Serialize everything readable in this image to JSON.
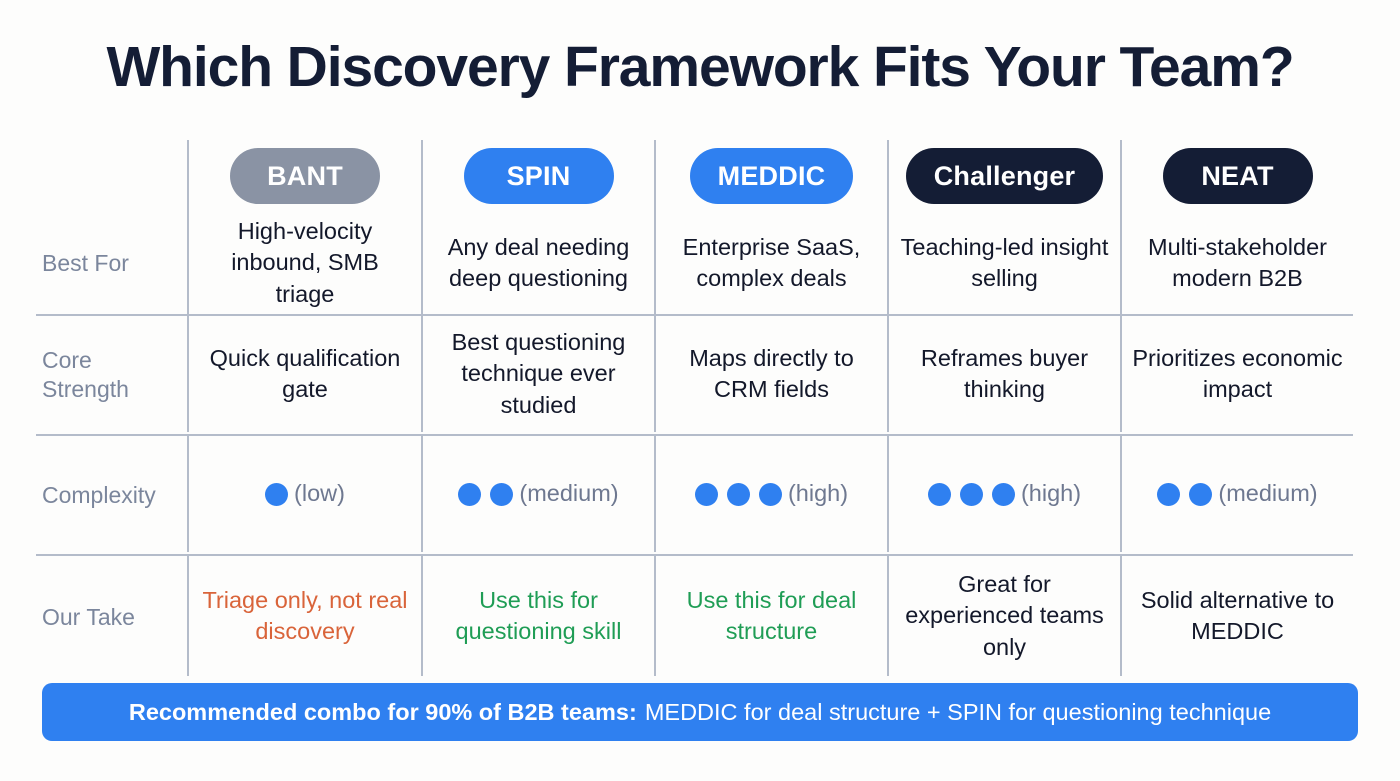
{
  "page": {
    "title": "Which Discovery Framework Fits Your Team?",
    "background": "#fdfdfc"
  },
  "colors": {
    "title": "#141d35",
    "divider": "#b4bcca",
    "row_label": "#7b869c",
    "body_text": "#13182a",
    "blue": "#2f80f0",
    "gray_pill": "#8a93a4",
    "navy_pill": "#141d35",
    "green": "#1f9d55",
    "orange": "#d9643a",
    "muted": "#6e7890"
  },
  "frameworks": [
    {
      "name": "BANT",
      "pill_bg": "#8a93a4",
      "pill_fg": "#ffffff"
    },
    {
      "name": "SPIN",
      "pill_bg": "#2f80f0",
      "pill_fg": "#ffffff"
    },
    {
      "name": "MEDDIC",
      "pill_bg": "#2f80f0",
      "pill_fg": "#ffffff"
    },
    {
      "name": "Challenger",
      "pill_bg": "#141d35",
      "pill_fg": "#ffffff"
    },
    {
      "name": "NEAT",
      "pill_bg": "#141d35",
      "pill_fg": "#ffffff"
    }
  ],
  "rows": {
    "best_for": {
      "label": "Best For",
      "values": [
        "High-velocity\ninbound, SMB triage",
        "Any deal needing\ndeep questioning",
        "Enterprise SaaS,\ncomplex deals",
        "Teaching-led\ninsight selling",
        "Multi-stakeholder\nmodern B2B"
      ]
    },
    "core_strength": {
      "label": "Core\nStrength",
      "values": [
        "Quick\nqualification gate",
        "Best questioning\ntechnique ever\nstudied",
        "Maps directly to\nCRM fields",
        "Reframes buyer\nthinking",
        "Prioritizes\neconomic impact"
      ]
    },
    "complexity": {
      "label": "Complexity",
      "values": [
        {
          "dots": 1,
          "text": "(low)"
        },
        {
          "dots": 2,
          "text": "(medium)"
        },
        {
          "dots": 3,
          "text": "(high)"
        },
        {
          "dots": 3,
          "text": "(high)"
        },
        {
          "dots": 2,
          "text": "(medium)"
        }
      ]
    },
    "our_take": {
      "label": "Our Take",
      "values": [
        {
          "text": "Triage only, not\nreal discovery",
          "color": "#d9643a"
        },
        {
          "text": "Use this for\nquestioning skill",
          "color": "#1f9d55"
        },
        {
          "text": "Use this for deal\nstructure",
          "color": "#1f9d55"
        },
        {
          "text": "Great for\nexperienced\nteams only",
          "color": "#13182a"
        },
        {
          "text": "Solid alternative\nto MEDDIC",
          "color": "#13182a"
        }
      ]
    }
  },
  "banner": {
    "bold": "Recommended combo for 90% of B2B teams:",
    "rest": "MEDDIC for deal structure + SPIN for questioning technique",
    "background": "#2f80f0"
  }
}
